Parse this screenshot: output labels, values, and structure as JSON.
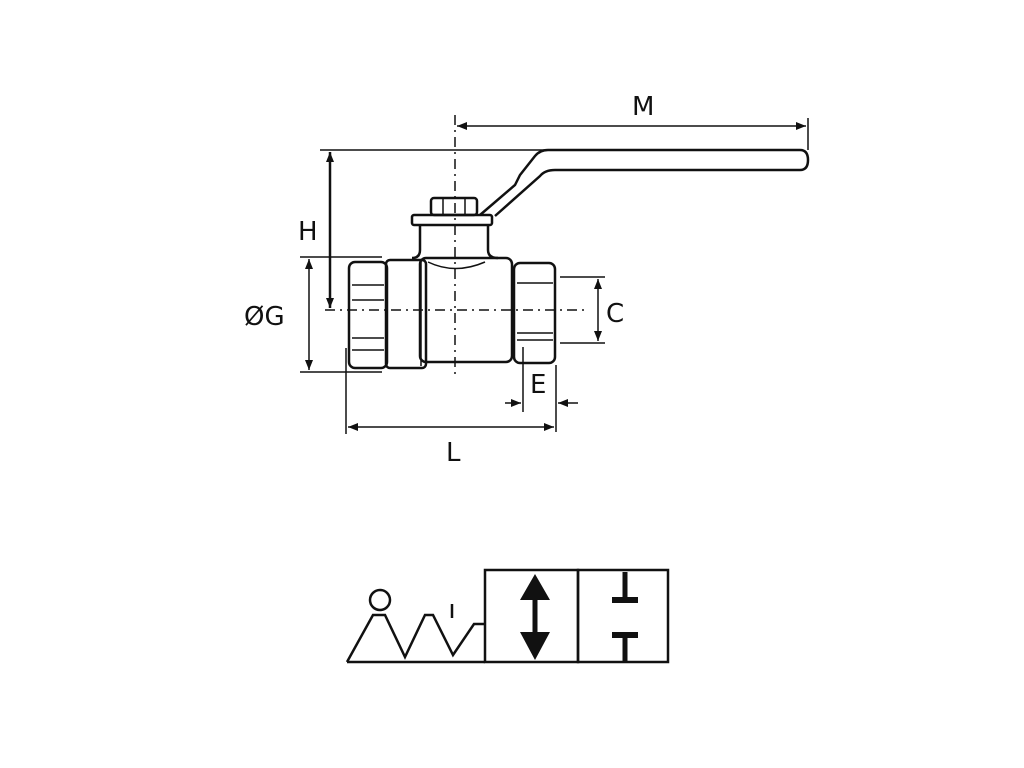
{
  "drawing": {
    "dimension_labels": {
      "M": "M",
      "H": "H",
      "G": "ØG",
      "C": "C",
      "E": "E",
      "L": "L"
    },
    "line_color": "#111111",
    "symbol": {
      "description_icons": [
        "manual-lever-actuator-icon",
        "two-position-valve-flow-icon",
        "closed-position-icon"
      ]
    }
  }
}
